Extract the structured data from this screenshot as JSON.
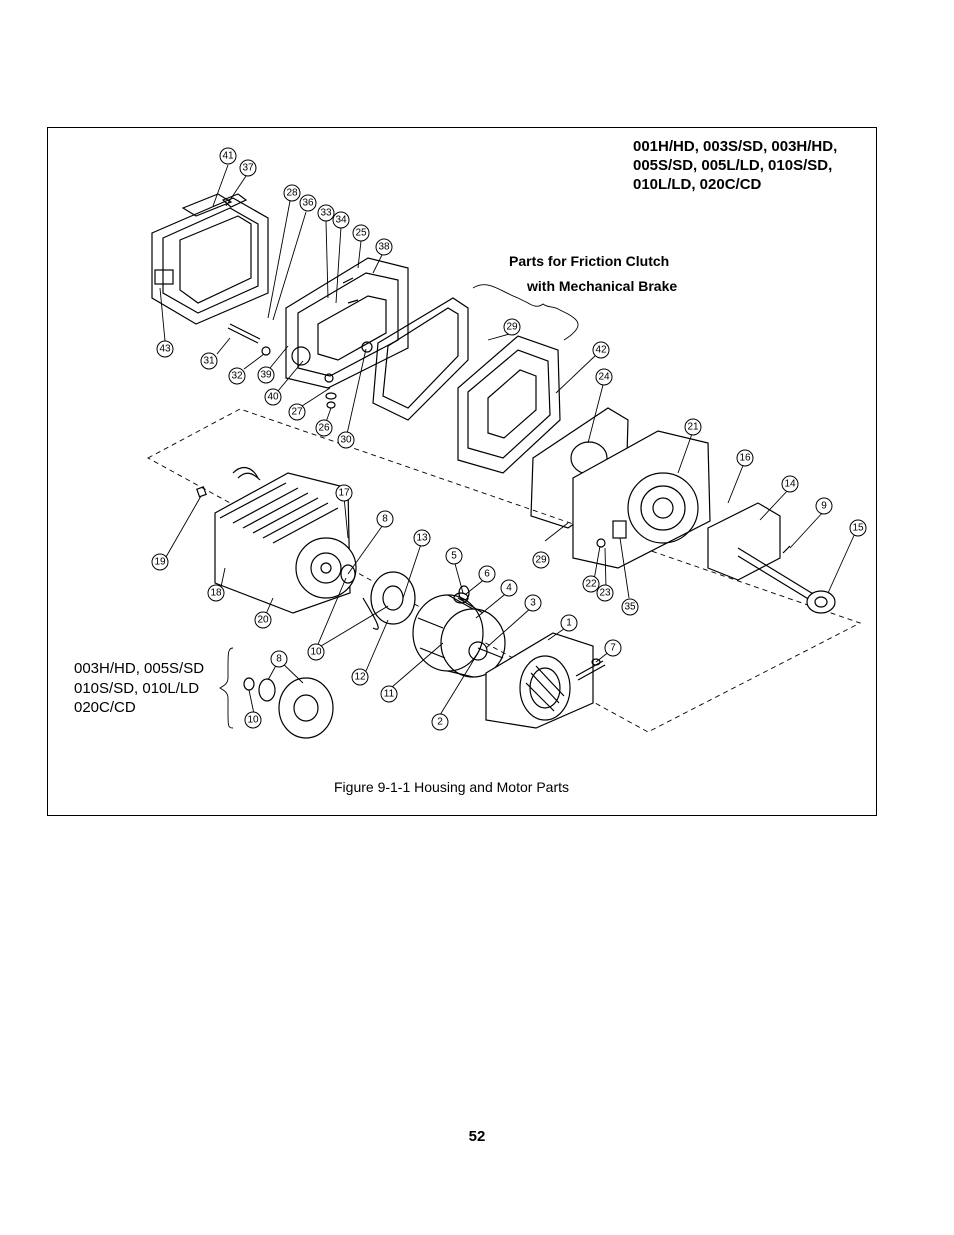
{
  "figure": {
    "model_heading": [
      "001H/HD, 003S/SD, 003H/HD,",
      "005S/SD, 005L/LD, 010S/SD,",
      "010L/LD, 020C/CD"
    ],
    "friction_clutch_label": [
      "Parts for Friction Clutch",
      "with Mechanical Brake"
    ],
    "alt_models_label": [
      "003H/HD, 005S/SD",
      "010S/SD, 010L/LD",
      "020C/CD"
    ],
    "callouts": [
      "41",
      "37",
      "28",
      "36",
      "33",
      "34",
      "25",
      "38",
      "43",
      "31",
      "32",
      "39",
      "40",
      "27",
      "26",
      "30",
      "29",
      "42",
      "24",
      "21",
      "16",
      "14",
      "9",
      "15",
      "17",
      "8",
      "13",
      "5",
      "6",
      "4",
      "3",
      "1",
      "7",
      "19",
      "18",
      "20",
      "10",
      "12",
      "11",
      "2",
      "22",
      "23",
      "35",
      "29",
      "8",
      "10"
    ],
    "caption": "Figure 9-1-1 Housing and Motor Parts"
  },
  "page": {
    "number": "52"
  }
}
